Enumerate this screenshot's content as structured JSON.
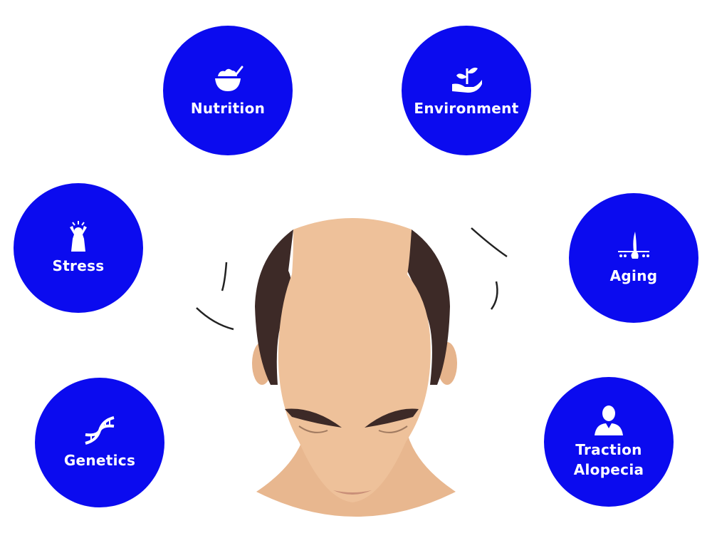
{
  "title": "Causes of hair loss",
  "colors": {
    "bubble": "#0b0bef",
    "skin": "#eec19a",
    "hair": "#3d2a27",
    "text": "#ffffff"
  },
  "causes": [
    {
      "label": "Nutrition",
      "icon": "bowl-icon"
    },
    {
      "label": "Environment",
      "icon": "plant-in-hand-icon"
    },
    {
      "label": "Stress",
      "icon": "stressed-person-icon"
    },
    {
      "label": "Aging",
      "icon": "hair-follicle-icon"
    },
    {
      "label": "Genetics",
      "icon": "dna-icon"
    },
    {
      "label": "Traction Alopecia",
      "label_lines": [
        "Traction",
        "Alopecia"
      ],
      "icon": "person-icon"
    }
  ]
}
